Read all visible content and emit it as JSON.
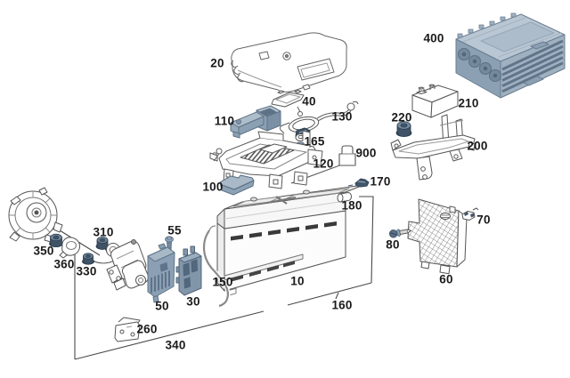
{
  "diagram": {
    "type": "exploded-parts-diagram",
    "subject": "battery-starter-alternator-group",
    "colors": {
      "background": "#ffffff",
      "line_art": "#5a5a5a",
      "label_text": "#1a1a1a",
      "highlight_light": "#aebfcc",
      "highlight_mid": "#8ba0b4",
      "highlight_dark": "#5e7387",
      "fastener_dark": "#3f5266"
    },
    "callouts": [
      {
        "label": "20",
        "part": "cover"
      },
      {
        "label": "400",
        "part": "battery-module"
      },
      {
        "label": "110",
        "part": "fuse-box"
      },
      {
        "label": "40",
        "part": "bracket"
      },
      {
        "label": "130",
        "part": "cable-harness"
      },
      {
        "label": "165",
        "part": "bolt-and-nut"
      },
      {
        "label": "120",
        "part": "carrier-bracket"
      },
      {
        "label": "900",
        "part": "retainer"
      },
      {
        "label": "100",
        "part": "cover-lid"
      },
      {
        "label": "170",
        "part": "clip"
      },
      {
        "label": "210",
        "part": "auxiliary-battery"
      },
      {
        "label": "220",
        "part": "nut"
      },
      {
        "label": "200",
        "part": "bracket"
      },
      {
        "label": "180",
        "part": "cap"
      },
      {
        "label": "10",
        "part": "battery"
      },
      {
        "label": "160",
        "part": "group-frame"
      },
      {
        "label": "60",
        "part": "partition-panel"
      },
      {
        "label": "70",
        "part": "clip"
      },
      {
        "label": "80",
        "part": "screw"
      },
      {
        "label": "350",
        "part": "nut"
      },
      {
        "label": "360",
        "part": "cap"
      },
      {
        "label": "310",
        "part": "nut"
      },
      {
        "label": "330",
        "part": "nut"
      },
      {
        "label": "55",
        "part": "bolt"
      },
      {
        "label": "50",
        "part": "cover-panel"
      },
      {
        "label": "30",
        "part": "bracket"
      },
      {
        "label": "150",
        "part": "hose"
      },
      {
        "label": "260",
        "part": "bracket"
      },
      {
        "label": "340",
        "part": "group-frame"
      }
    ]
  }
}
